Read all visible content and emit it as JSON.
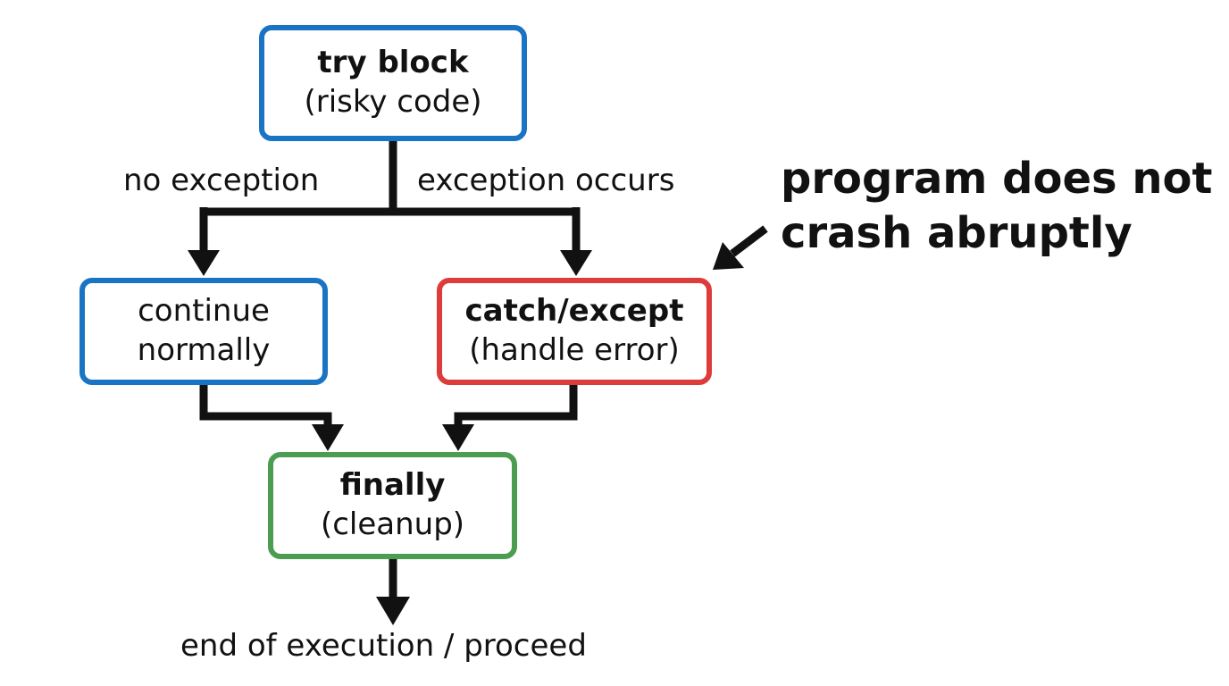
{
  "nodes": {
    "try": {
      "title": "try block",
      "subtitle": "(risky code)",
      "border_color": "#1a74c4"
    },
    "continue": {
      "line1": "continue",
      "line2": "normally",
      "border_color": "#1a74c4"
    },
    "catch": {
      "title": "catch/except",
      "subtitle": "(handle error)",
      "border_color": "#de3b3b"
    },
    "finally": {
      "title": "finally",
      "subtitle": "(cleanup)",
      "border_color": "#4c9c51"
    }
  },
  "edges": {
    "no_exception": "no exception",
    "exception_occurs": "exception occurs"
  },
  "end_label": "end of execution / proceed",
  "callout": {
    "line1": "program does not",
    "line2": "crash abruptly"
  },
  "colors": {
    "lines": "#111111",
    "text": "#111111"
  }
}
